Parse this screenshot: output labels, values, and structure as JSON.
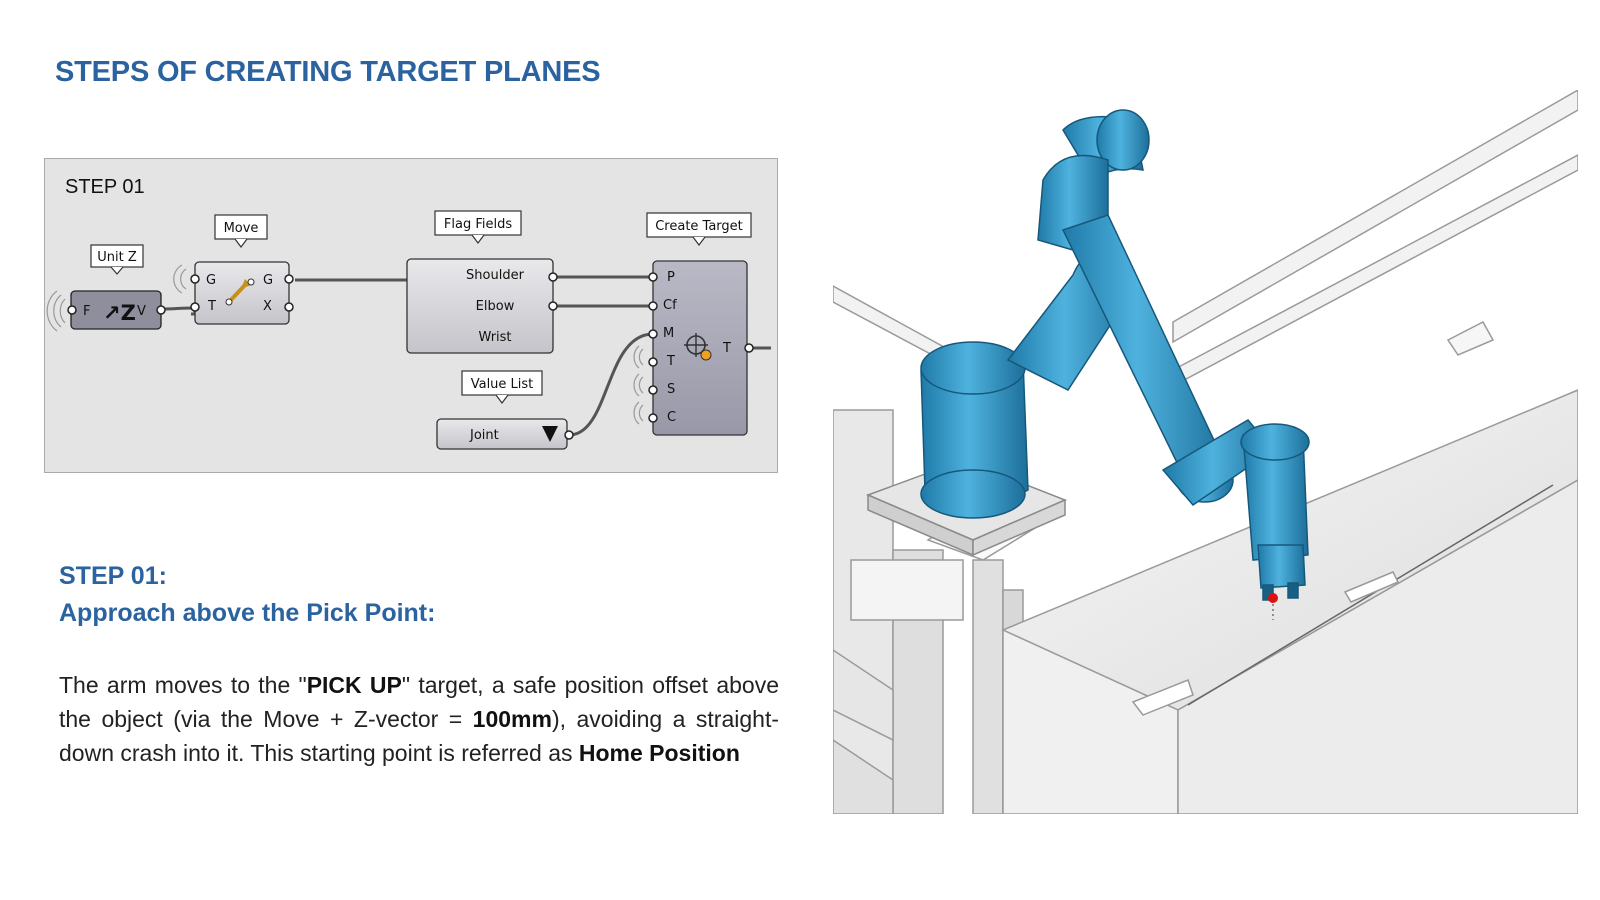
{
  "title": "STEPS OF CREATING TARGET PLANES",
  "diagram": {
    "step_label": "STEP 01",
    "components": {
      "unit_z": {
        "label": "Unit Z",
        "in": "F",
        "out": "V"
      },
      "move": {
        "label": "Move",
        "in": [
          "G",
          "T"
        ],
        "out": [
          "G",
          "X"
        ]
      },
      "flag_fields": {
        "label": "Flag Fields",
        "items": [
          "Shoulder",
          "Elbow",
          "Wrist"
        ]
      },
      "value_list": {
        "label": "Value List",
        "value": "Joint"
      },
      "create_target": {
        "label": "Create Target",
        "in": [
          "P",
          "Cf",
          "M",
          "T",
          "S",
          "C"
        ],
        "out": "T"
      }
    }
  },
  "step": {
    "heading": "STEP 01:",
    "subheading": "Approach above the Pick Point:",
    "desc_1": "The arm moves to the \"",
    "desc_b1": "PICK UP",
    "desc_2": "\" target, a safe position offset above the object (via the Move + Z-vector = ",
    "desc_b2": "100mm",
    "desc_3": "), avoiding a straight-down crash into it. This starting point is referred as ",
    "desc_b3": "Home Position"
  },
  "colors": {
    "heading": "#2b63a0",
    "robot": "#3a9bc8",
    "target_point": "#e01010"
  }
}
